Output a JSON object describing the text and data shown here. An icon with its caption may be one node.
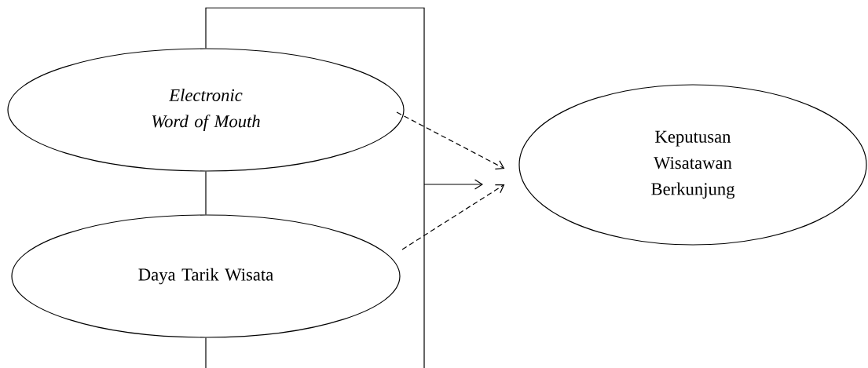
{
  "diagram": {
    "nodes": [
      {
        "text": [
          "Electronic Word of Mouth"
        ]
      },
      {
        "text": [
          "Daya Tarik Wisata"
        ]
      },
      {
        "text": [
          "Keputusan Wisatawan Berkunjung"
        ]
      }
    ],
    "edges": [
      {
        "from": 0,
        "to": 1,
        "arrow": "none"
      },
      {
        "from": 0,
        "to": 2,
        "arrow": "to",
        "style": "dashed"
      },
      {
        "from": 1,
        "to": 2,
        "arrow": "to",
        "style": "dashed"
      },
      {
        "from": 0,
        "to": 2,
        "arrow": "to"
      },
      {
        "from": 1,
        "to": null,
        "arrow": "none"
      }
    ]
  }
}
